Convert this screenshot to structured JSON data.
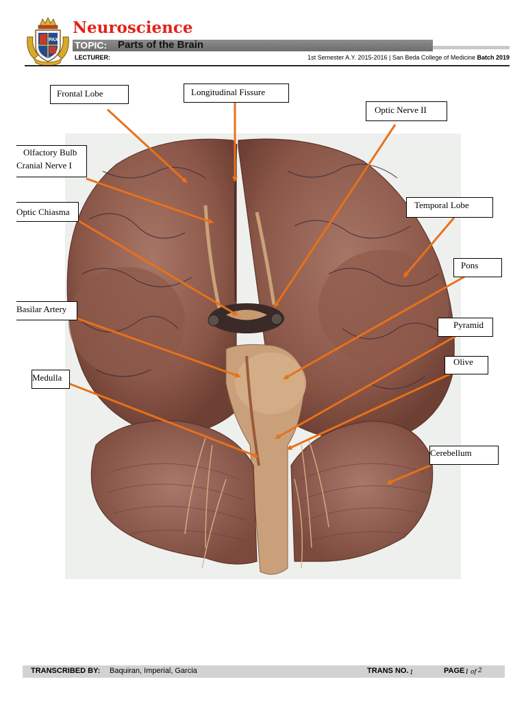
{
  "header": {
    "course": "Neuroscience",
    "topic_label": "TOPIC:",
    "topic": "Parts of the Brain",
    "lecturer_label": "LECTURER:",
    "meta_prefix": "1st Semester A.Y. 2015-2016 | San Beda College of Medicine ",
    "meta_batch": "Batch 2019",
    "logo_text": "PAX",
    "accent_color": "#e32119"
  },
  "labels": {
    "frontal_lobe": "Frontal Lobe",
    "longitudinal_fissure": "Longitudinal Fissure",
    "optic_nerve": "Optic Nerve II",
    "olfactory_bulb": "Olfactory Bulb",
    "cranial_nerve": "Cranial Nerve I",
    "temporal_lobe": "Temporal Lobe",
    "optic_chiasma": "Optic Chiasma",
    "pons": "Pons",
    "basilar_artery": "Basilar Artery",
    "pyramid": "Pyramid",
    "olive": "Olive",
    "medulla": "Medulla",
    "cerebellum": "Cerebellum"
  },
  "arrow_color": "#e8711a",
  "footer": {
    "transcribed_label": "TRANSCRIBED BY:",
    "transcribers": "Baquiran, Imperial, Garcia",
    "trans_label": "TRANS NO.",
    "trans_no": "1",
    "page_label": "PAGE",
    "page_no": "1",
    "page_of": "of",
    "page_total": "2"
  }
}
